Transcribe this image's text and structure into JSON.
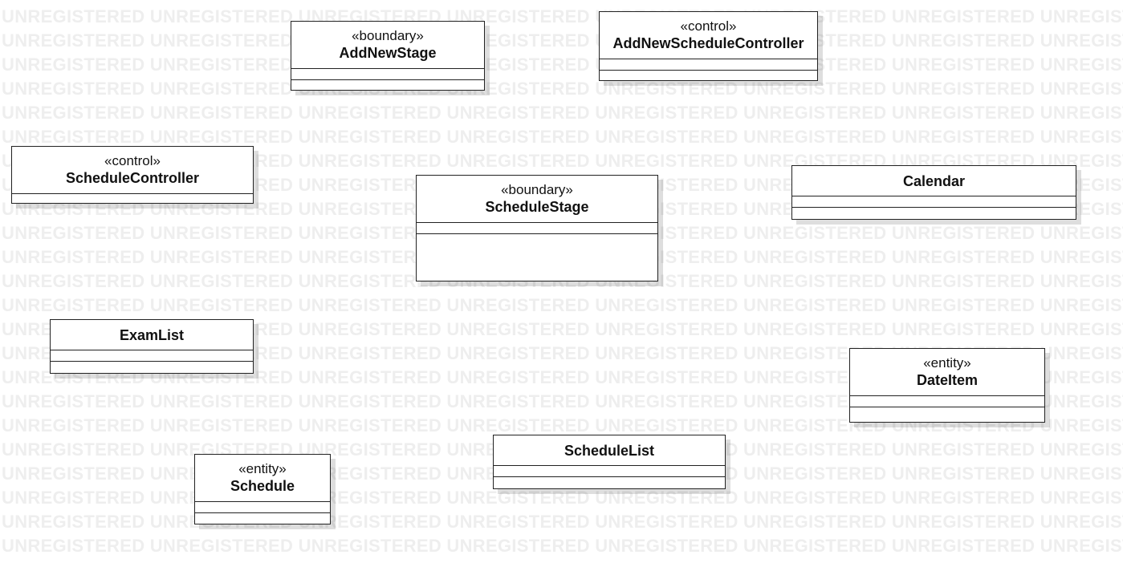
{
  "watermark_text": "UNREGISTERED",
  "classes": [
    {
      "id": "add-new-stage",
      "stereotype": "«boundary»",
      "name": "AddNewStage"
    },
    {
      "id": "add-new-schedule-controller",
      "stereotype": "«control»",
      "name": "AddNewScheduleController"
    },
    {
      "id": "schedule-controller",
      "stereotype": "«control»",
      "name": "ScheduleController"
    },
    {
      "id": "schedule-stage",
      "stereotype": "«boundary»",
      "name": "ScheduleStage"
    },
    {
      "id": "calendar",
      "stereotype": "",
      "name": "Calendar"
    },
    {
      "id": "exam-list",
      "stereotype": "",
      "name": "ExamList"
    },
    {
      "id": "date-item",
      "stereotype": "«entity»",
      "name": "DateItem"
    },
    {
      "id": "schedule-list",
      "stereotype": "",
      "name": "ScheduleList"
    },
    {
      "id": "schedule",
      "stereotype": "«entity»",
      "name": "Schedule"
    }
  ],
  "colors": {
    "border": "#222222",
    "watermark": "#eeeeee",
    "background": "#ffffff"
  }
}
